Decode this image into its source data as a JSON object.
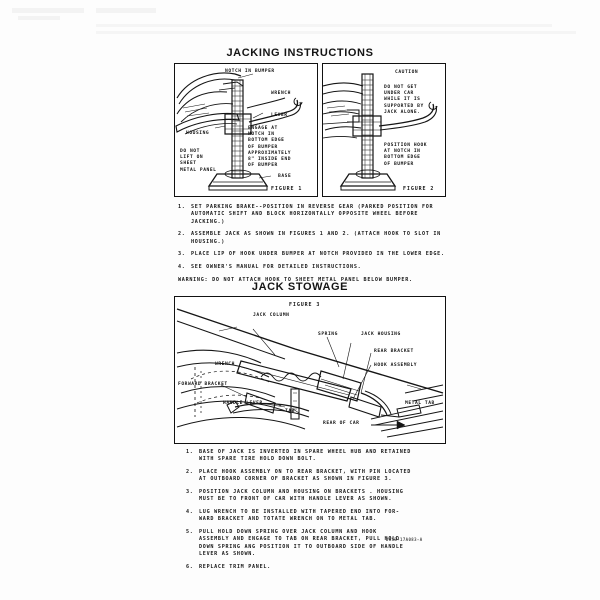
{
  "document": {
    "type": "automotive-jacking-instructions-decal",
    "part_number": "D6SB-17A083-A"
  },
  "sections": {
    "jacking": {
      "title": "JACKING INSTRUCTIONS",
      "figure1": {
        "caption": "FIGURE 1",
        "labels": {
          "notch_in_bumper": "NOTCH IN BUMPER",
          "wrench": "WRENCH",
          "lever": "LEVER",
          "housing": "HOUSING",
          "base": "BASE",
          "do_not_lift": "DO NOT\nLIFT ON\nSHEET\nMETAL PANEL",
          "engage_note": "ENGAGE AT\nNOTCH IN\nBOTTOM EDGE\nOF BUMPER\nAPPROXIMATELY\n8\" INSIDE END\nOF BUMPER"
        }
      },
      "figure2": {
        "caption": "FIGURE 2",
        "labels": {
          "caution_heading": "CAUTION",
          "caution_body": "DO NOT GET\nUNDER CAR\nWHILE IT IS\nSUPPORTED BY\nJACK ALONE.",
          "position_hook": "POSITION HOOK\nAT NOTCH IN\nBOTTOM EDGE\nOF BUMPER"
        }
      },
      "steps": [
        {
          "number": "1.",
          "text": "SET PARKING BRAKE--POSITION IN REVERSE GEAR (PARKED POSITION FOR\nAUTOMATIC SHIFT AND BLOCK HORIZONTALLY OPPOSITE WHEEL BEFORE JACKING.)"
        },
        {
          "number": "2.",
          "text": "ASSEMBLE JACK AS SHOWN IN FIGURES 1 AND 2.  (ATTACH HOOK TO SLOT IN\nHOUSING.)"
        },
        {
          "number": "3.",
          "text": "PLACE LIP OF HOOK UNDER BUMPER AT NOTCH PROVIDED IN THE LOWER EDGE."
        },
        {
          "number": "4.",
          "text": "SEE OWNER'S MANUAL FOR DETAILED INSTRUCTIONS."
        }
      ],
      "warning": "WARNING:  DO NOT ATTACH HOOK TO SHEET METAL PANEL BELOW BUMPER."
    },
    "stowage": {
      "title": "JACK STOWAGE",
      "figure3": {
        "caption": "FIGURE 3",
        "labels": {
          "jack_column": "JACK COLUMN",
          "spring": "SPRING",
          "jack_housing": "JACK HOUSING",
          "rear_bracket": "REAR BRACKET",
          "hook_assembly": "HOOK ASSEMBLY",
          "forward_bracket": "FORWARD BRACKET",
          "handle_lever": "HANDLE LEVER",
          "tab": "TAB",
          "metal_tab": "METAL TAB",
          "wrench": "WRENCH",
          "rear_of_car": "REAR OF CAR"
        }
      },
      "steps": [
        {
          "number": "1.",
          "text": "BASE OF JACK IS INVERTED IN SPARE WHEEL HUB AND RETAINED\nWITH SPARE TIRE HOLD DOWN BOLT."
        },
        {
          "number": "2.",
          "text": "PLACE HOOK ASSEMBLY ON TO REAR BRACKET, WITH PIN LOCATED\nAT OUTBOARD CORNER OF BRACKET AS SHOWN IN FIGURE 3."
        },
        {
          "number": "3.",
          "text": "POSITION JACK COLUMN AND HOUSING ON BRACKETS . HOUSING\nMUST BE TO FRONT OF CAR WITH HANDLE LEVER AS SHOWN."
        },
        {
          "number": "4.",
          "text": "LUG WRENCH TO BE INSTALLED WITH TAPERED END INTO FOR-\nWARD BRACKET AND TOTATE WRENCH ON TO METAL TAB."
        },
        {
          "number": "5.",
          "text": "PULL HOLD DOWN SPRING OVER JACK COLUMN AND HOOK\nASSEMBLY AND ENGAGE TO TAB ON REAR BRACKET, PULL HOLD\nDOWN SPRING ANG POSITION IT TO OUTBOARD SIDE OF HANDLE\nLEVER AS SHOWN."
        },
        {
          "number": "6.",
          "text": "REPLACE TRIM PANEL."
        }
      ]
    }
  },
  "colors": {
    "ink": "#141414",
    "paper": "#fdfdfd"
  }
}
